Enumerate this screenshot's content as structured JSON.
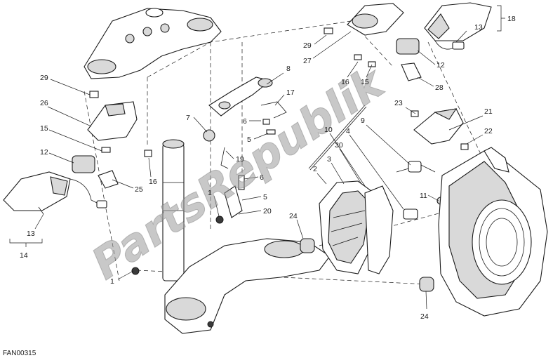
{
  "figure_code": "FAN00315",
  "watermark": "PartsRepublik",
  "callouts": [
    {
      "id": "c18",
      "label": "18"
    },
    {
      "id": "c13a",
      "label": "13"
    },
    {
      "id": "c29a",
      "label": "29"
    },
    {
      "id": "c27",
      "label": "27"
    },
    {
      "id": "c16a",
      "label": "16"
    },
    {
      "id": "c15a",
      "label": "15"
    },
    {
      "id": "c12a",
      "label": "12"
    },
    {
      "id": "c28",
      "label": "28"
    },
    {
      "id": "c8",
      "label": "8"
    },
    {
      "id": "c17",
      "label": "17"
    },
    {
      "id": "c7",
      "label": "7"
    },
    {
      "id": "c6a",
      "label": "6"
    },
    {
      "id": "c5a",
      "label": "5"
    },
    {
      "id": "c29b",
      "label": "29"
    },
    {
      "id": "c26",
      "label": "26"
    },
    {
      "id": "c15b",
      "label": "15"
    },
    {
      "id": "c12b",
      "label": "12"
    },
    {
      "id": "c25",
      "label": "25"
    },
    {
      "id": "c16b",
      "label": "16"
    },
    {
      "id": "c13b",
      "label": "13"
    },
    {
      "id": "c14",
      "label": "14"
    },
    {
      "id": "c19",
      "label": "19"
    },
    {
      "id": "c6b",
      "label": "6"
    },
    {
      "id": "c5b",
      "label": "5"
    },
    {
      "id": "c1a",
      "label": "1"
    },
    {
      "id": "c20",
      "label": "20"
    },
    {
      "id": "c1b",
      "label": "1"
    },
    {
      "id": "c2",
      "label": "2"
    },
    {
      "id": "c3",
      "label": "3"
    },
    {
      "id": "c30",
      "label": "30"
    },
    {
      "id": "c10",
      "label": "10"
    },
    {
      "id": "c4",
      "label": "4"
    },
    {
      "id": "c9",
      "label": "9"
    },
    {
      "id": "c23",
      "label": "23"
    },
    {
      "id": "c21",
      "label": "21"
    },
    {
      "id": "c22",
      "label": "22"
    },
    {
      "id": "c11",
      "label": "11"
    },
    {
      "id": "c24a",
      "label": "24"
    },
    {
      "id": "c24b",
      "label": "24"
    }
  ]
}
